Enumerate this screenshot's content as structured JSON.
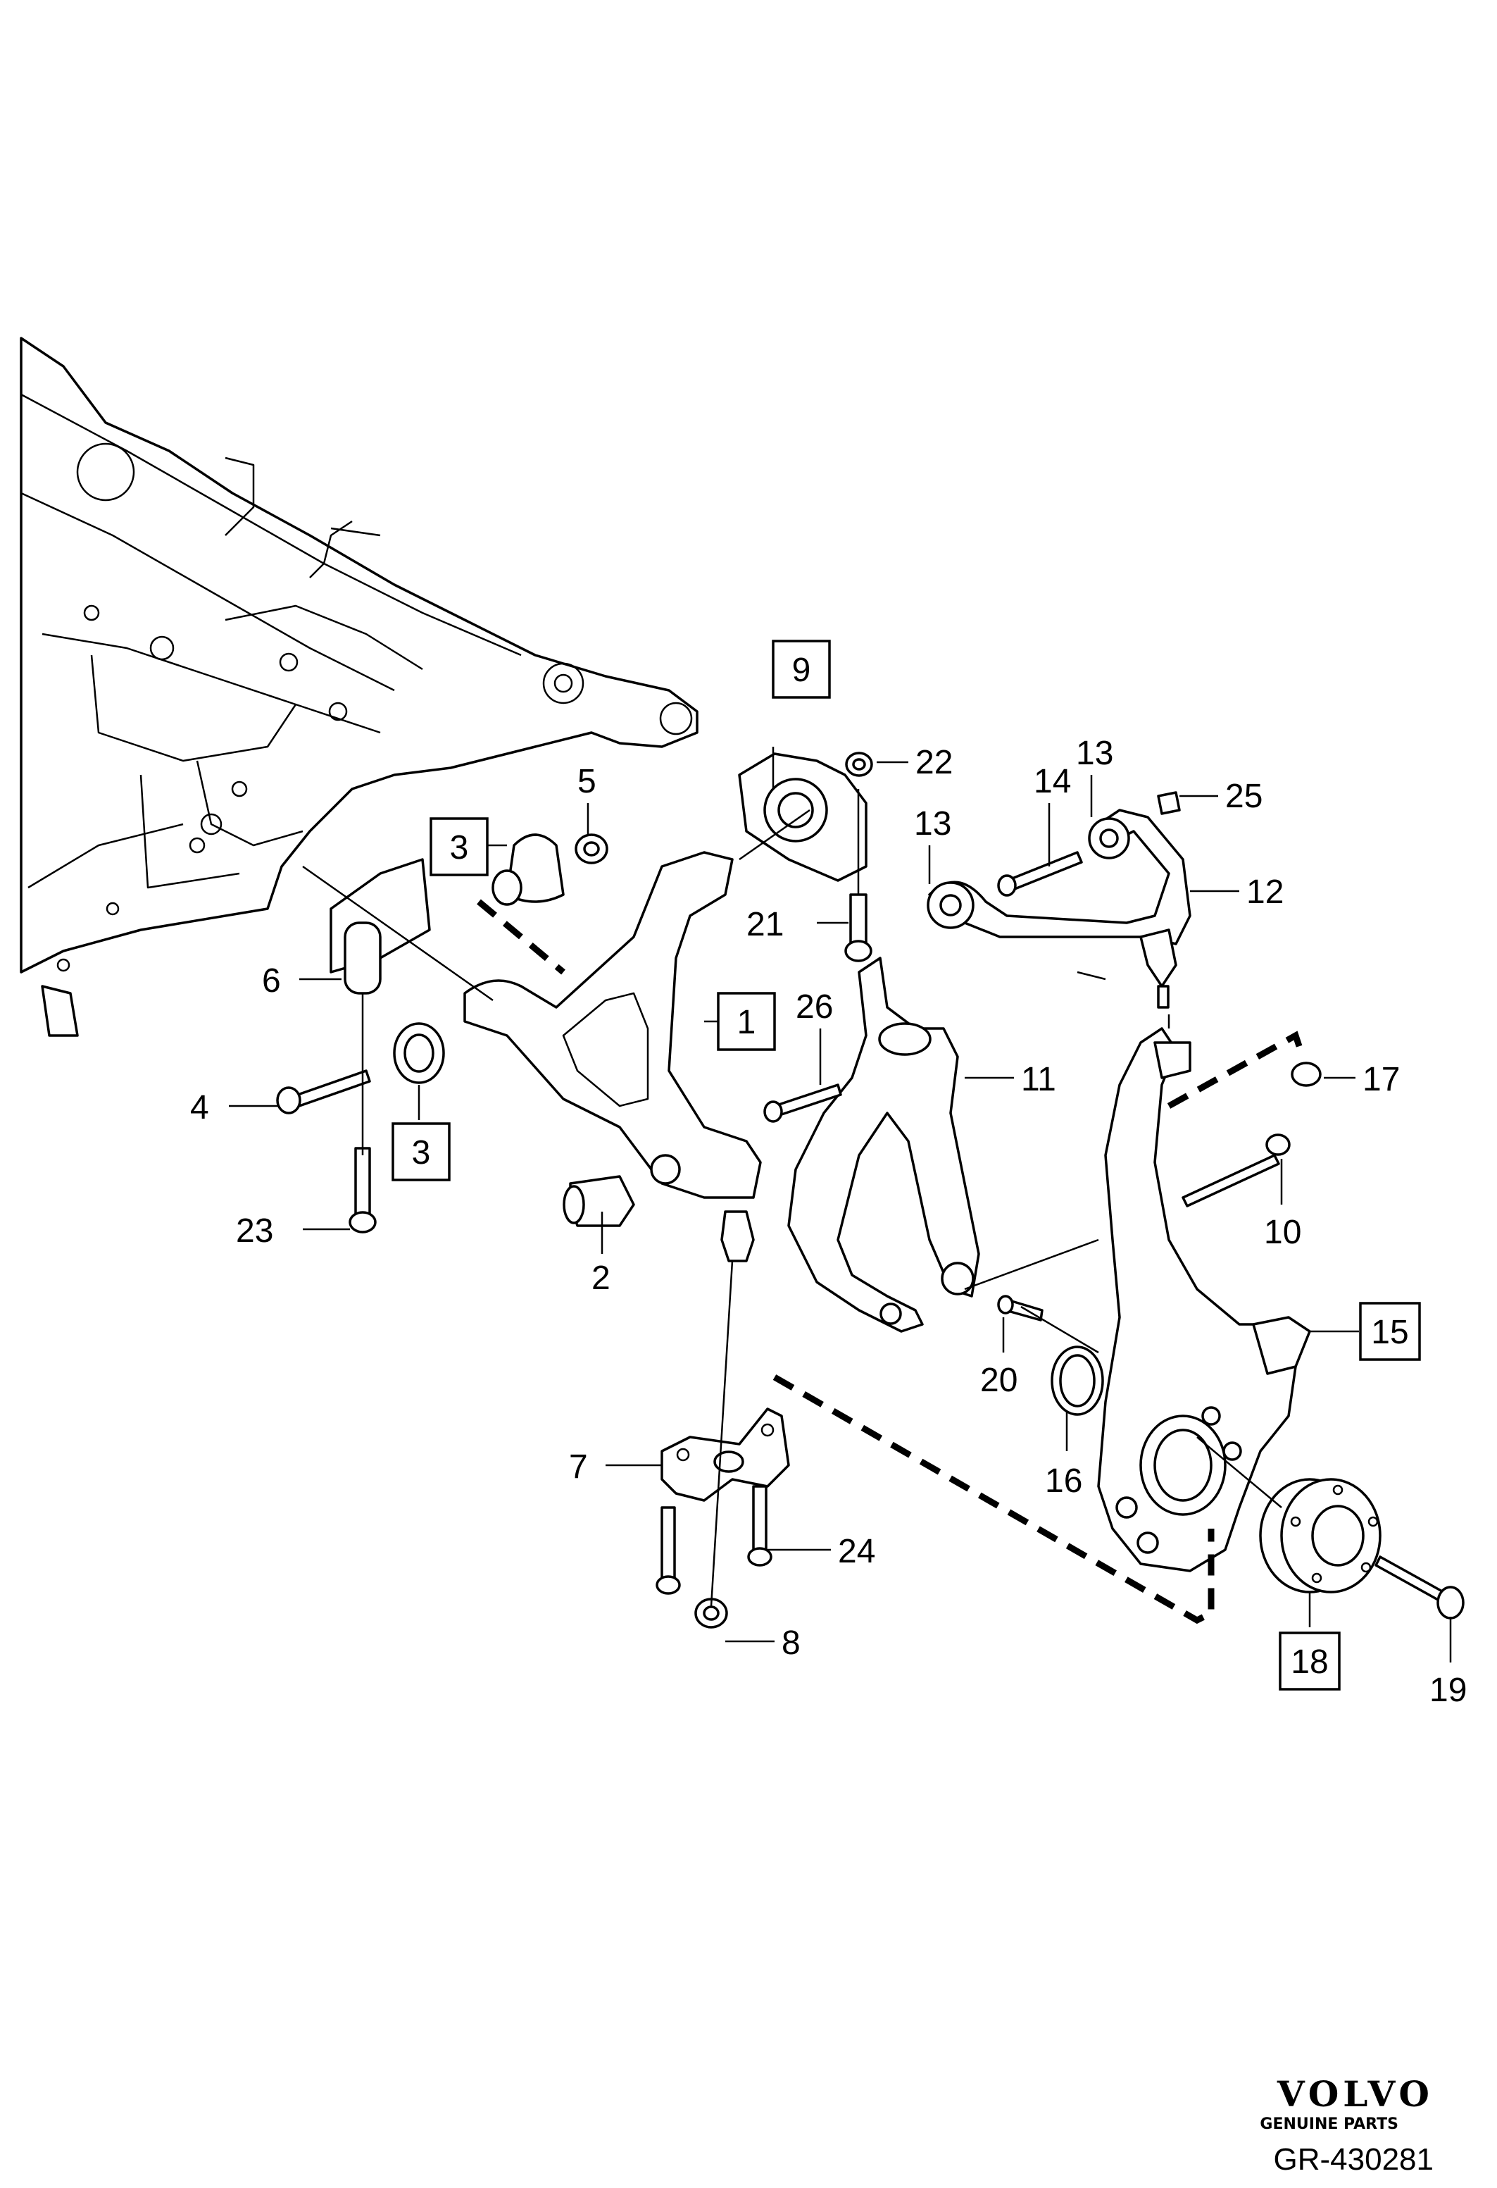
{
  "diagram": {
    "reference": "GR-430281",
    "brand": "VOLVO",
    "brand_sub": "GENUINE PARTS",
    "boxed_callouts": [
      "9",
      "3",
      "1",
      "3",
      "15",
      "18"
    ],
    "callouts": [
      "22",
      "14",
      "13",
      "25",
      "5",
      "13",
      "12",
      "21",
      "6",
      "26",
      "11",
      "17",
      "4",
      "10",
      "23",
      "2",
      "20",
      "7",
      "16",
      "24",
      "8",
      "19"
    ]
  }
}
